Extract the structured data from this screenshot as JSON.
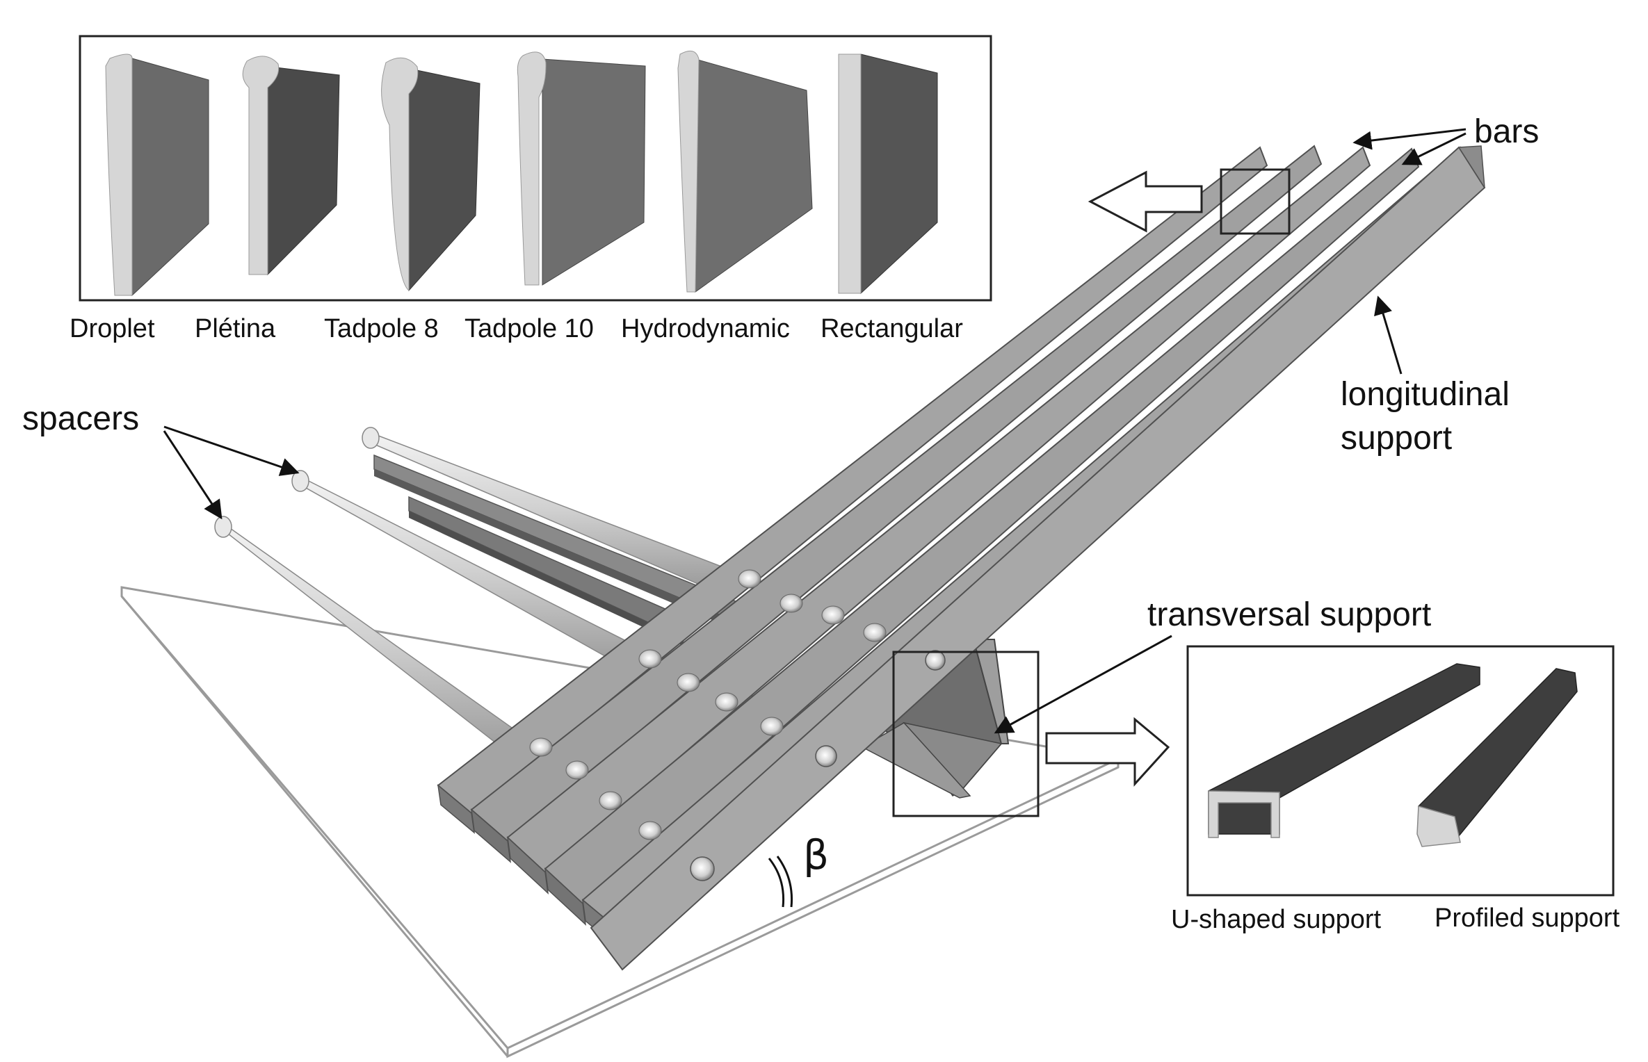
{
  "labels": {
    "bars": "bars",
    "longitudinal_support_line1": "longitudinal",
    "longitudinal_support_line2": "support",
    "spacers": "spacers",
    "transversal_support": "transversal support",
    "beta": "β"
  },
  "bar_profiles": [
    "Droplet",
    "Plétina",
    "Tadpole 8",
    "Tadpole 10",
    "Hydrodynamic",
    "Rectangular"
  ],
  "support_profiles": [
    "U-shaped support",
    "Profiled support"
  ]
}
